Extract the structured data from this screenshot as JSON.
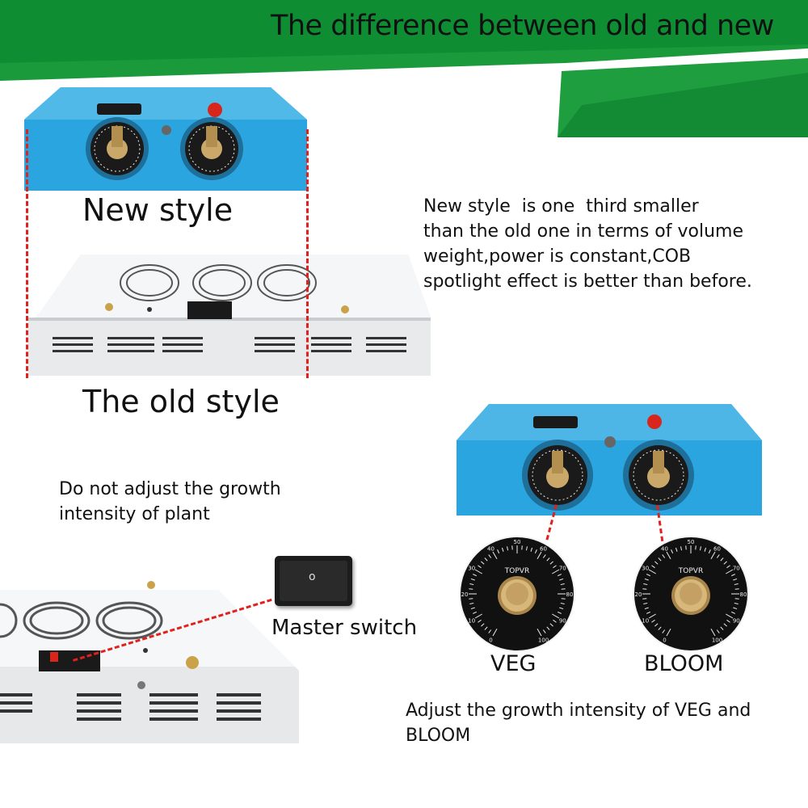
{
  "header": {
    "title": "The difference between old and new",
    "band_color": "#0e8d32",
    "band_color_light": "#2fb34a"
  },
  "new_style": {
    "label": "New style",
    "body_color": "#2aa5df",
    "knob_brand": "TOPVR"
  },
  "old_style": {
    "label": "The old style",
    "body_color": "#eef0f1"
  },
  "description": "New style  is one  third smaller\nthan the old one in terms of volume\nweight,power is constant,COB\nspotlight effect is better than before.",
  "left_note": {
    "line1": "Do not adjust the growth",
    "line2": "intensity of plant"
  },
  "master_switch": {
    "label": "Master switch",
    "symbol": "o"
  },
  "knobs": {
    "veg_label": "VEG",
    "bloom_label": "BLOOM",
    "scale": [
      "0",
      "10",
      "20",
      "30",
      "40",
      "50",
      "60",
      "70",
      "80",
      "90",
      "100"
    ],
    "brand": "TOPVR"
  },
  "bottom_note": {
    "line1": "Adjust the growth intensity of VEG and",
    "line2": "BLOOM"
  },
  "accent_red": "#e0211d"
}
